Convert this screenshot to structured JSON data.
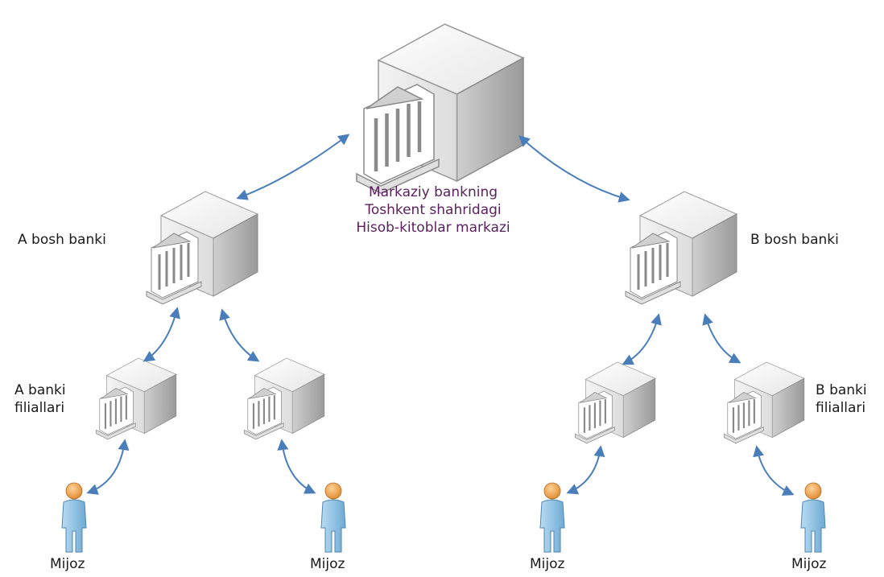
{
  "central": {
    "line1": "Markaziy bankning",
    "line2": "Toshkent shahridagi",
    "line3": "Hisob-kitoblar markazi"
  },
  "head_a": {
    "label": "A bosh banki"
  },
  "head_b": {
    "label": "B bosh banki"
  },
  "branches_a": {
    "line1": "A banki",
    "line2": "filiallari"
  },
  "branches_b": {
    "line1": "B banki",
    "line2": "filiallari"
  },
  "clients": [
    "Mijoz",
    "Mijoz",
    "Mijoz",
    "Mijoz"
  ],
  "colors": {
    "arrow": "#4a7ebb",
    "building_light": "#f2f2f2",
    "building_mid": "#d9d9d9",
    "building_dark": "#a6a6a6",
    "person_body": "#8fc3e6",
    "person_head": "#f0a24a",
    "text_purple": "#5a1f5c"
  },
  "icons": [
    "bank-building-icon",
    "person-icon",
    "double-arrow-icon"
  ]
}
